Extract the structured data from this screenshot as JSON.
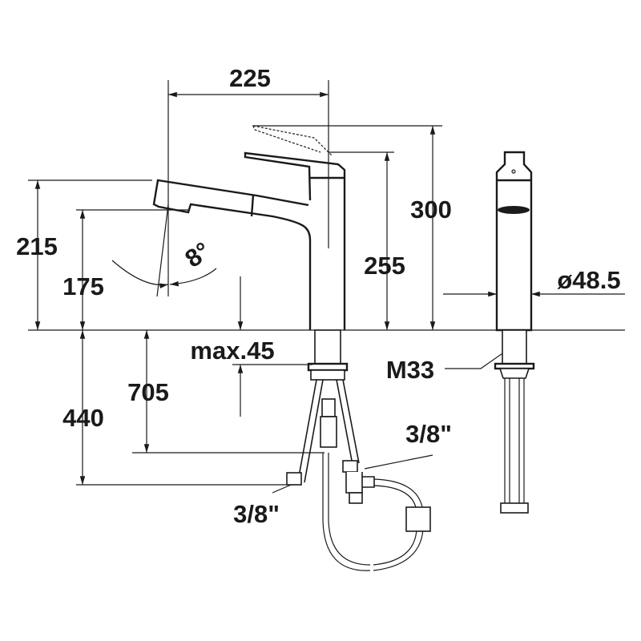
{
  "dimensions": {
    "width_225": "225",
    "height_300": "300",
    "height_255": "255",
    "height_215": "215",
    "height_175": "175",
    "angle": "8°",
    "max_45": "max.45",
    "depth_705": "705",
    "depth_440": "440",
    "connection_right": "3/8\"",
    "connection_left": "3/8\"",
    "thread": "M33",
    "diameter": "ø48.5"
  },
  "colors": {
    "line": "#1a1a1a",
    "background": "#ffffff"
  }
}
